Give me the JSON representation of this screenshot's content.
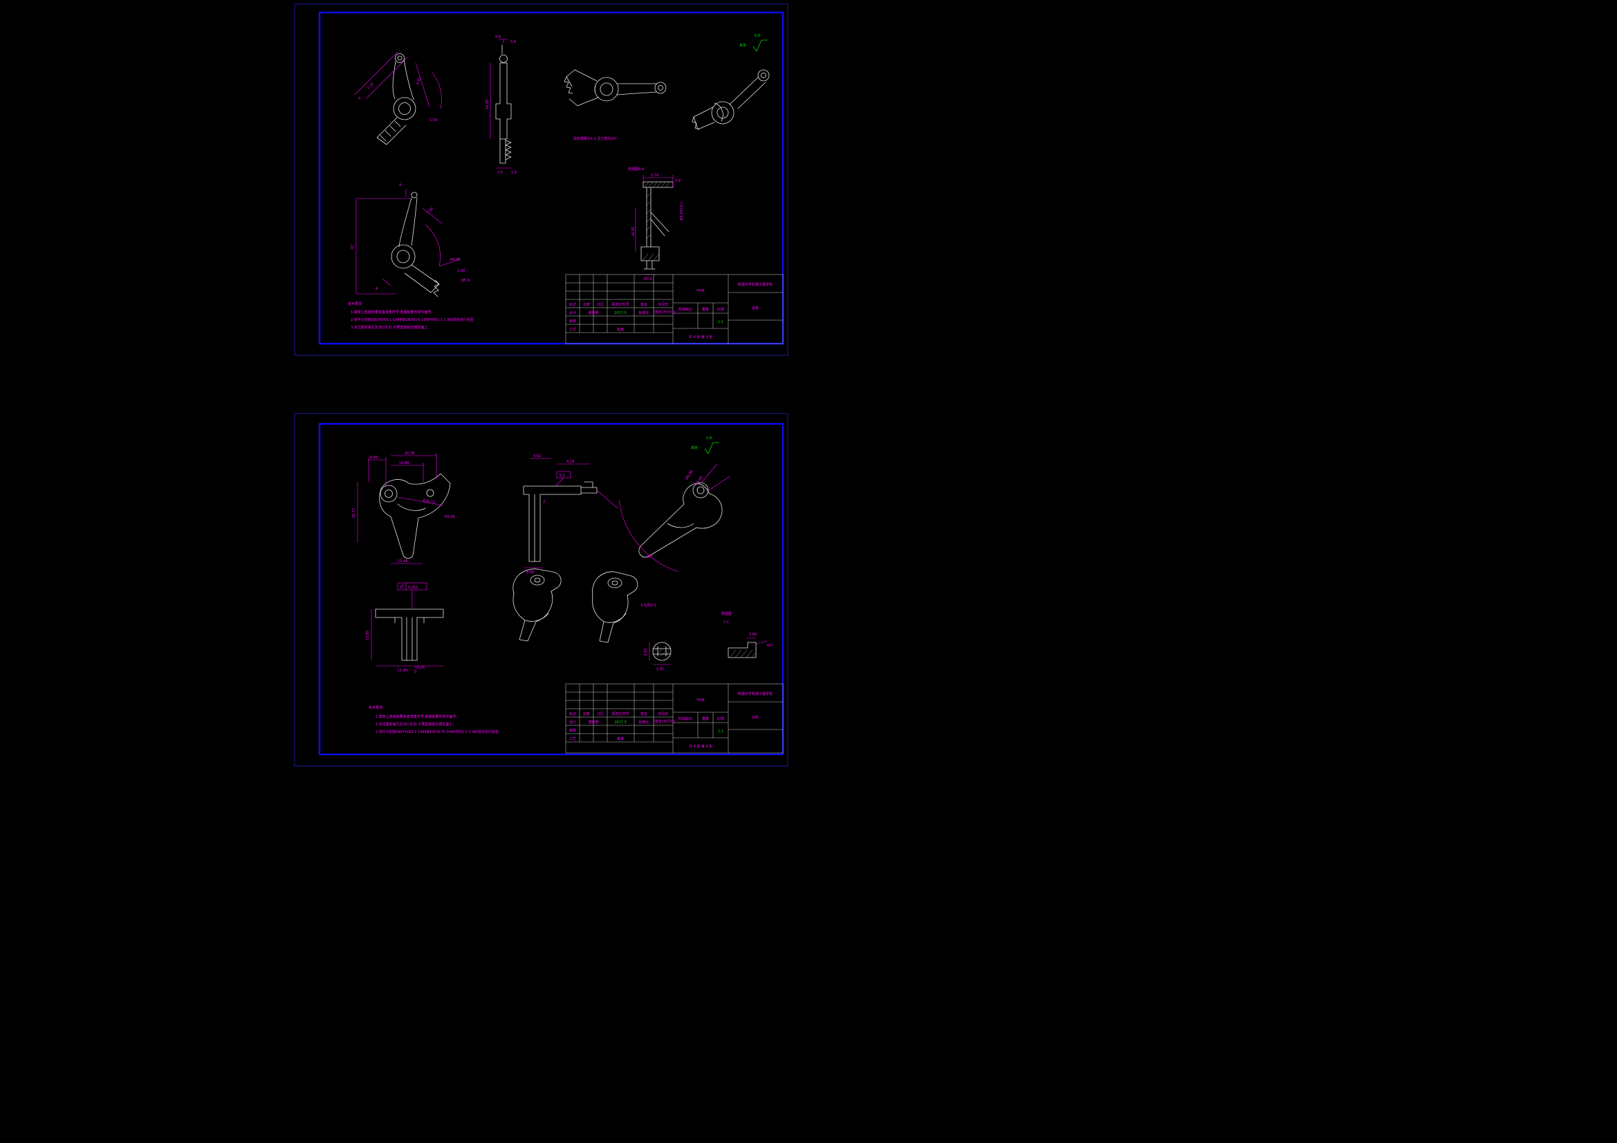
{
  "colors": {
    "background": "#000000",
    "border_outer": "#1a1a9e",
    "border_inner": "#0b0bff",
    "part_lines": "#e8e8e8",
    "dimension": "#ff00ff",
    "annotation_green": "#00dd00"
  },
  "sheet1": {
    "finish_note": {
      "label": "其余",
      "value": "0.8"
    },
    "plan_view": {
      "dims": [
        "2.20",
        "9",
        "6.85",
        "1.58"
      ]
    },
    "side_view": {
      "dims": [
        "0.8",
        "5.4",
        "16.05",
        "7.6",
        "1.6"
      ]
    },
    "iso_note": "齿轮模数为1.5 压力角为20°",
    "section_view": {
      "label": "剖视图A-A",
      "dims": [
        "5.74",
        "3.9",
        "Ø4.69±0.1",
        "16.05",
        "Ø7.9"
      ]
    },
    "front_view": {
      "marker": "A",
      "dims": [
        "47",
        "7.58",
        "R5.88",
        "1.00",
        "Ø5.9"
      ]
    },
    "tech": {
      "title": "技术要求:",
      "line1": "1.模架上各模板要有基准角符号,各模板要有零件编号。",
      "line2": "2.零件分别按GB/T4169.1-1984和GB/4170-1984中的1.1-1.9的规定进行检验",
      "line3": "3.定位圈安装孔及浇口孔处,不要直接粘在模定面上。"
    },
    "titleblock": {
      "material": "POM",
      "school": "新疆大学机械工程学院",
      "part_name": "齿条",
      "cols": {
        "c1": "标记",
        "c2": "处数",
        "c3": "分区",
        "c4": "更改文件号",
        "c5": "签名",
        "c6": "年月日"
      },
      "design": "设计",
      "designer": "谢晓明",
      "date": "2017.5",
      "standard": "标准化",
      "sign": "(签名)",
      "ymd": "(年月日)",
      "check": "审核",
      "craft": "工艺",
      "approve": "批准",
      "stage": "阶段标记",
      "weight": "重量",
      "scale": "比例",
      "scale_value": "1:1",
      "sheet_note": "共 4 张 第 3 张"
    }
  },
  "sheet2": {
    "finish_note": {
      "label": "其余",
      "value": "0.8"
    },
    "plan_view": {
      "dims": [
        "8.66",
        "20.39",
        "13.98",
        "36.77",
        "R26.73",
        "R5.06",
        "13.44"
      ]
    },
    "section_top_view": {
      "dims": [
        "4.62",
        "4.29",
        "0.2",
        "2",
        "8.66"
      ]
    },
    "sector_view": {
      "dims": [
        "Ø9.98",
        "R8.66",
        "85°"
      ]
    },
    "tsection_view": {
      "tol": "0.052",
      "dims": [
        "13.05",
        "11.94",
        "+0.05",
        "0"
      ]
    },
    "detail_view": {
      "label": "Ⅱ 比例2:1",
      "dims": [
        "2.87",
        "2.91"
      ]
    },
    "cc_view": {
      "label1": "剖视图",
      "label2": "C-C",
      "dims": [
        "3.66",
        "63°"
      ]
    },
    "tech": {
      "title": "技术要求:",
      "line1": "1.模架上各模板要有基准角符号,各模板要有零件编号。",
      "line2": "2.定位圈安装孔及浇口孔处,不要直接粘在模定面上。",
      "line3": "3.零件分别按GB/T4169.1-1984和GB/4170-1984中的1.1-1.9的规定进行检验"
    },
    "titleblock": {
      "material": "POM",
      "school": "新疆大学机械工程学院",
      "part_name": "凸轮",
      "cols": {
        "c1": "标记",
        "c2": "处数",
        "c3": "分区",
        "c4": "更改文件号",
        "c5": "签名",
        "c6": "年月日"
      },
      "design": "设计",
      "designer": "谢晓明",
      "date": "2017.5",
      "standard": "标准化",
      "sign": "(签名)",
      "ymd": "(年月日)",
      "check": "审核",
      "craft": "工艺",
      "approve": "批准",
      "stage": "阶段标记",
      "weight": "重量",
      "scale": "比例",
      "scale_value": "1:1",
      "sheet_note": "共 4 张 第 4 张"
    }
  }
}
